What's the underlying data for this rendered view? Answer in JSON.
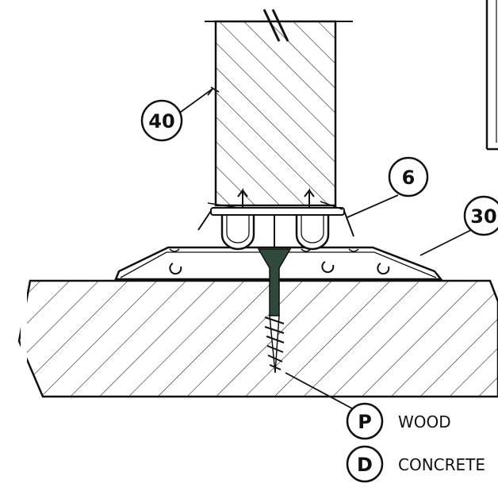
{
  "callouts": {
    "wall": "40",
    "clip": "6",
    "profile": "30"
  },
  "legend": [
    {
      "key": "P",
      "label": "WOOD"
    },
    {
      "key": "D",
      "label": "CONCRETE"
    }
  ],
  "colors": {
    "line": "#111111",
    "screw": "#2f4a3a",
    "background": "#ffffff"
  }
}
